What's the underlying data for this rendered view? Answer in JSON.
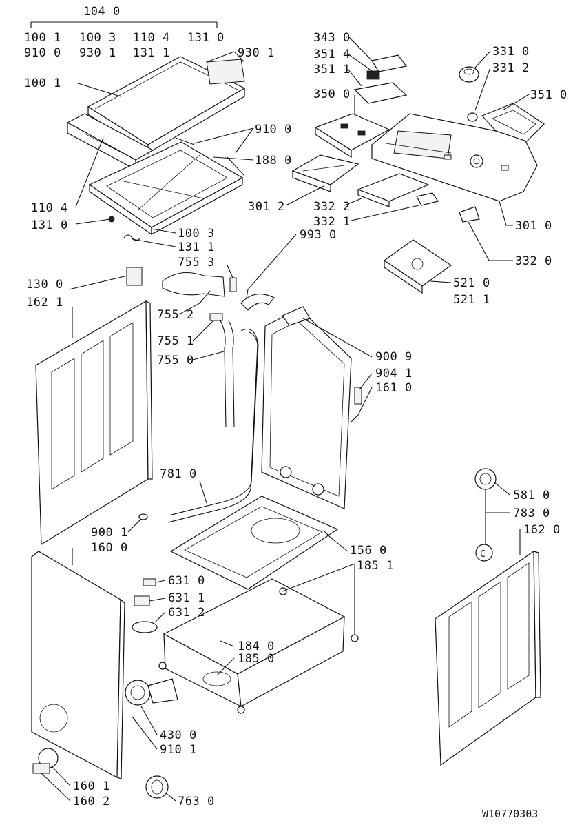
{
  "drawing_number": "W10770303",
  "labels": {
    "l1040": "104 0",
    "l1001a": "100 1",
    "l1003a": "100 3",
    "l1104a": "110 4",
    "l1310a": "131 0",
    "l9100a": "910 0",
    "l9301a": "930 1",
    "l1311a": "131 1",
    "l9301b": "930 1",
    "l1001b": "100 1",
    "l9100b": "910 0",
    "l1880": "188 0",
    "l1104b": "110 4",
    "l1310b": "131 0",
    "l1003b": "100 3",
    "l1311b": "131 1",
    "l7553": "755 3",
    "l3430": "343 0",
    "l3514": "351 4",
    "l3511": "351 1",
    "l3500": "350 0",
    "l3012": "301 2",
    "l3322": "332 2",
    "l3321": "332 1",
    "l3310": "331 0",
    "l3312": "331 2",
    "l3510": "351 0",
    "l3010": "301 0",
    "l3320": "332 0",
    "l9930": "993 0",
    "l5210": "521 0",
    "l5211": "521 1",
    "l1300": "130 0",
    "l1621": "162 1",
    "l7552": "755 2",
    "l7551": "755 1",
    "l7550": "755 0",
    "l9009": "900 9",
    "l9041": "904 1",
    "l1610": "161 0",
    "l7810": "781 0",
    "l5810": "581 0",
    "l7830": "783 0",
    "l1620": "162 0",
    "l9001": "900 1",
    "l1600": "160 0",
    "l1560": "156 0",
    "l1851": "185 1",
    "l6310": "631 0",
    "l6311": "631 1",
    "l6312": "631 2",
    "l1840": "184 0",
    "l1850": "185 0",
    "l4300": "430 0",
    "l9101": "910 1",
    "l1601": "160 1",
    "l1602": "160 2",
    "l7630": "763 0"
  }
}
